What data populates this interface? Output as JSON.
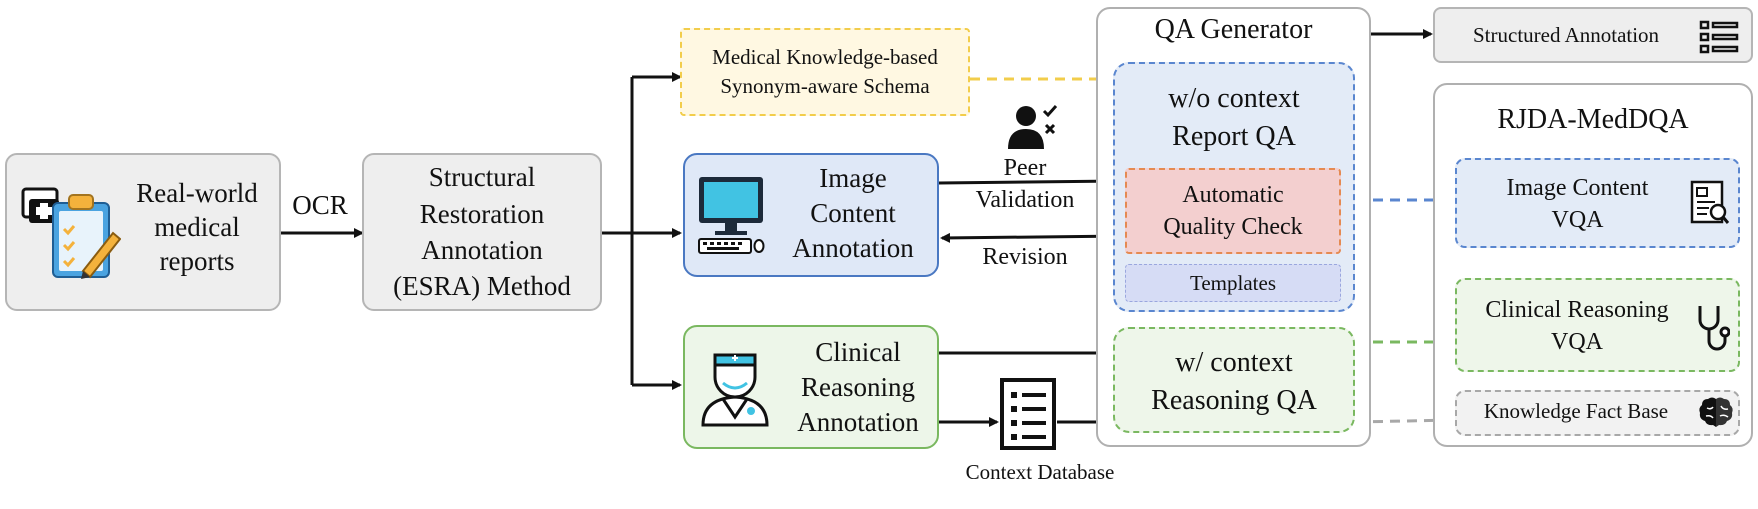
{
  "input": {
    "label": "Real-world\nmedical\nreports",
    "icon": "clipboard-report-icon"
  },
  "ocr_label": "OCR",
  "esra": {
    "label": "Structural\nRestoration\nAnnotation\n(ESRA) Method"
  },
  "schema": {
    "label": "Medical Knowledge-based\nSynonym-aware Schema"
  },
  "image_annotation": {
    "label": "Image\nContent\nAnnotation",
    "icon": "computer-icon"
  },
  "clinical_annotation": {
    "label": "Clinical\nReasoning\nAnnotation",
    "icon": "doctor-icon"
  },
  "peer_validation": {
    "label": "Peer\nValidation",
    "icon": "reviewer-icon"
  },
  "revision_label": "Revision",
  "context_db": {
    "label": "Context Database",
    "icon": "checklist-icon"
  },
  "qa_generator": {
    "title": "QA Generator",
    "wo_context": "w/o context\nReport QA",
    "quality_check": "Automatic\nQuality Check",
    "templates": "Templates",
    "w_context": "w/ context\nReasoning QA"
  },
  "structured_annotation": {
    "label": "Structured Annotation",
    "icon": "list-icon"
  },
  "dataset": {
    "title": "RJDA-MedDQA",
    "image_vqa": "Image Content\nVQA",
    "clinical_vqa": "Clinical Reasoning\nVQA",
    "knowledge_base": "Knowledge Fact Base"
  },
  "colors": {
    "blue": "#4a78c2",
    "green": "#7ab860",
    "yellow": "#f2cd4b",
    "gray": "#a8a8a8",
    "red": "#e58a52"
  }
}
